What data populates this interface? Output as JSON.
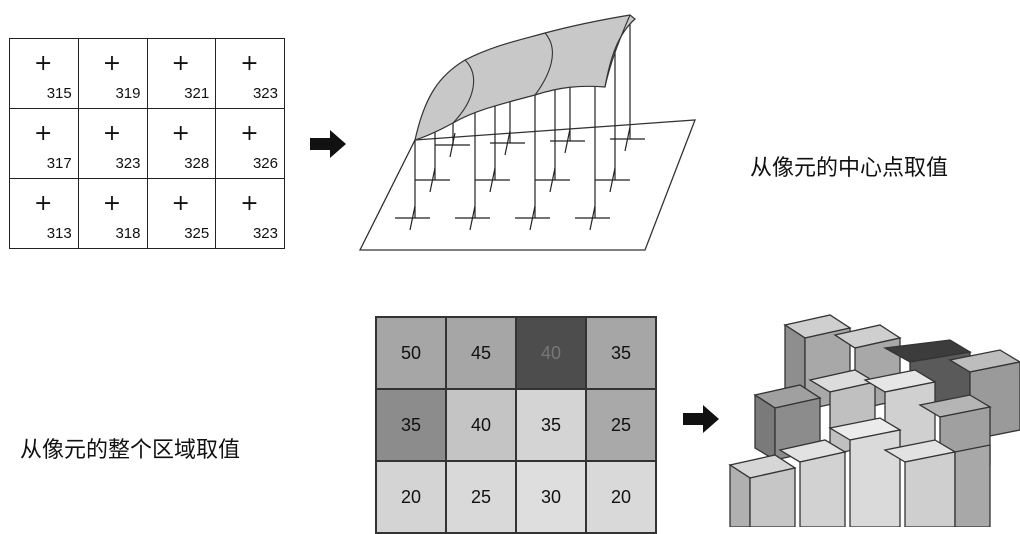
{
  "top": {
    "grid": [
      [
        "315",
        "319",
        "321",
        "323"
      ],
      [
        "317",
        "323",
        "328",
        "326"
      ],
      [
        "313",
        "318",
        "325",
        "323"
      ]
    ],
    "label": "从像元的中心点取值"
  },
  "bottom": {
    "grid": [
      [
        "50",
        "45",
        "40",
        "35"
      ],
      [
        "35",
        "40",
        "35",
        "25"
      ],
      [
        "20",
        "25",
        "30",
        "20"
      ]
    ],
    "label": "从像元的整个区域取值"
  }
}
